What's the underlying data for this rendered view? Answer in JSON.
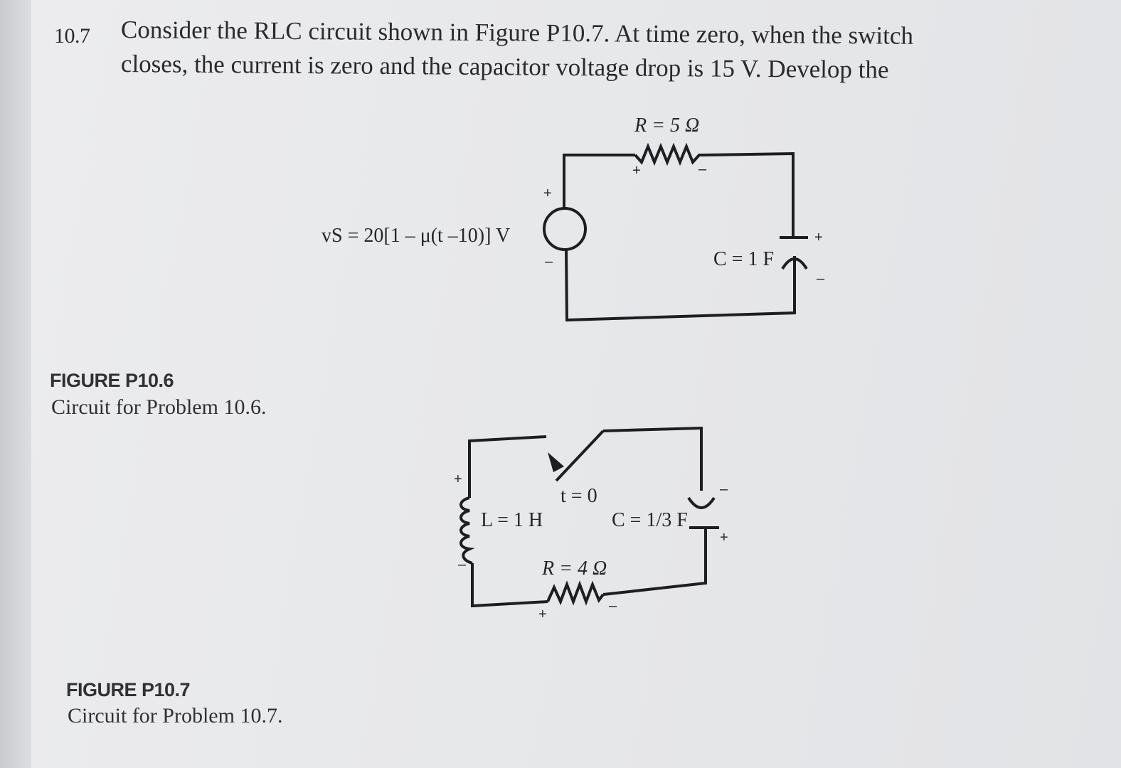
{
  "problem": {
    "number": "10.7",
    "line1": "Consider the RLC circuit shown in Figure P10.7. At time zero, when the switch",
    "line2": "closes, the current is zero and the capacitor voltage drop is 15 V. Develop the"
  },
  "figure_p10_6": {
    "title": "FIGURE P10.6",
    "caption": "Circuit for Problem 10.6.",
    "source_label": "vS = 20[1 – μ(t –10)] V",
    "resistor_label": "R = 5 Ω",
    "capacitor_label": "C = 1 F",
    "plus": "+",
    "minus": "–"
  },
  "figure_p10_7": {
    "title": "FIGURE P10.7",
    "caption": "Circuit for Problem 10.7.",
    "inductor_label": "L = 1 H",
    "switch_label": "t = 0",
    "capacitor_label": "C = 1/3 F",
    "resistor_label": "R = 4 Ω",
    "plus": "+",
    "minus": "–"
  }
}
